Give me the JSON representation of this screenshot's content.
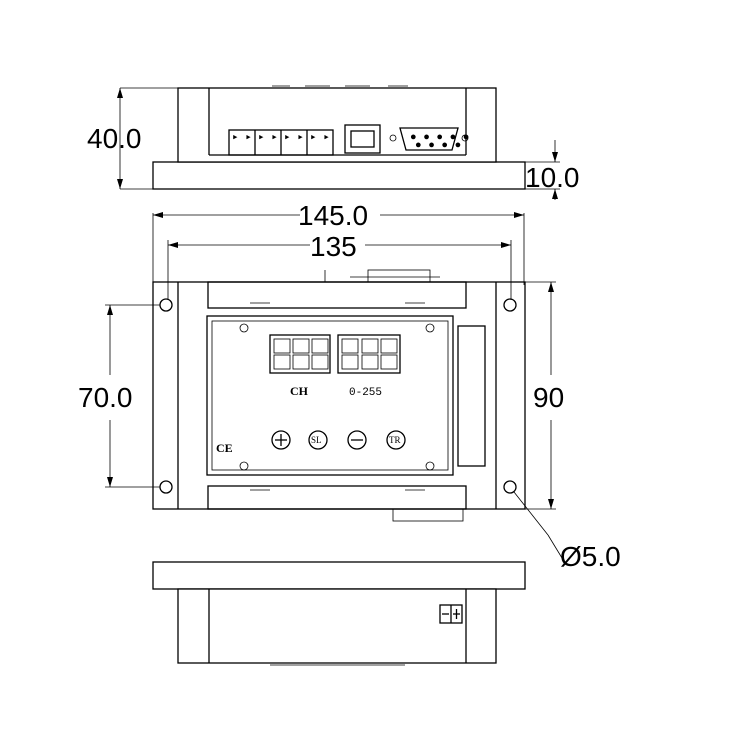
{
  "dimensions": {
    "height_total": "40.0",
    "flange_height": "10.0",
    "outer_width": "145.0",
    "hole_spacing_width": "135",
    "hole_spacing_height": "70.0",
    "outer_height": "90",
    "hole_diameter": "Ø5.0"
  },
  "panel": {
    "channel_label": "CH",
    "range_label": "0-255",
    "ce_mark": "CE",
    "buttons": [
      {
        "symbol": "⊕",
        "label": ""
      },
      {
        "symbol": "",
        "label": "SL"
      },
      {
        "symbol": "⊖",
        "label": ""
      },
      {
        "symbol": "",
        "label": "TR"
      }
    ]
  },
  "polarity_mark": "-+"
}
